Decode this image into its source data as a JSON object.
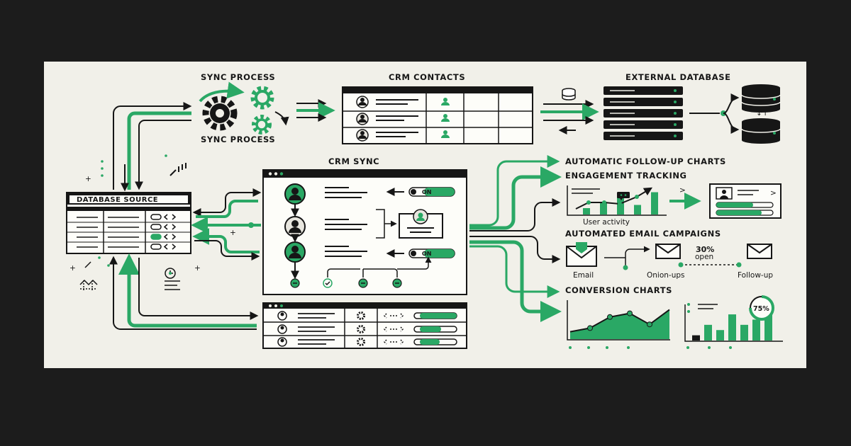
{
  "labels": {
    "sync_process_top": "SYNC PROCESS",
    "sync_process_bottom": "SYNC PROCESS",
    "crm_contacts": "CRM CONTACTS",
    "external_database": "EXTERNAL DATABASE",
    "crm_sync": "CRM SYNC",
    "database_source": "DATABASE SOURCE",
    "automatic_followup": "AUTOMATIC FOLLOW-UP CHARTS",
    "engagement_tracking": "ENGAGEMENT TRACKING",
    "user_activity": "User activity",
    "automated_email": "AUTOMATED EMAIL CAMPAIGNS",
    "email": "Email",
    "open_pct": "30%",
    "open": "open",
    "onion_ups": "Onion-ups",
    "follow_up": "Follow-up",
    "conversion_charts": "CONVERSION CHARTS",
    "gauge_pct": "75%"
  },
  "toggles": {
    "on_1": "ON",
    "on_2": "ON"
  },
  "colors": {
    "accent": "#2aa865",
    "ink": "#161616",
    "panel": "#f1f0e9",
    "background": "#1c1c1c"
  },
  "icons": [
    "gear-icon",
    "database-icon",
    "server-rack-icon",
    "user-icon",
    "envelope-icon",
    "checkmark-icon",
    "code-icon"
  ],
  "chart_data": [
    {
      "type": "bar",
      "title": "",
      "values": [
        2,
        4,
        6,
        3,
        7
      ]
    },
    {
      "type": "area",
      "title": "",
      "values": [
        2,
        3,
        6,
        7,
        4,
        8
      ]
    },
    {
      "type": "bar",
      "title": "",
      "values": [
        1,
        3,
        2,
        5,
        3,
        4,
        6
      ]
    },
    {
      "type": "pie",
      "title": "",
      "values": [
        75,
        25
      ]
    }
  ]
}
